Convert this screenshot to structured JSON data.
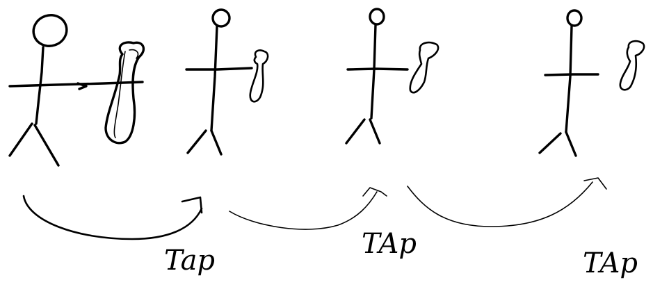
{
  "labels": {
    "tap_1": "Tap",
    "tap_2": "TAp",
    "tap_3": "TAp"
  },
  "ink_color": "#000000",
  "background_color": "#ffffff"
}
